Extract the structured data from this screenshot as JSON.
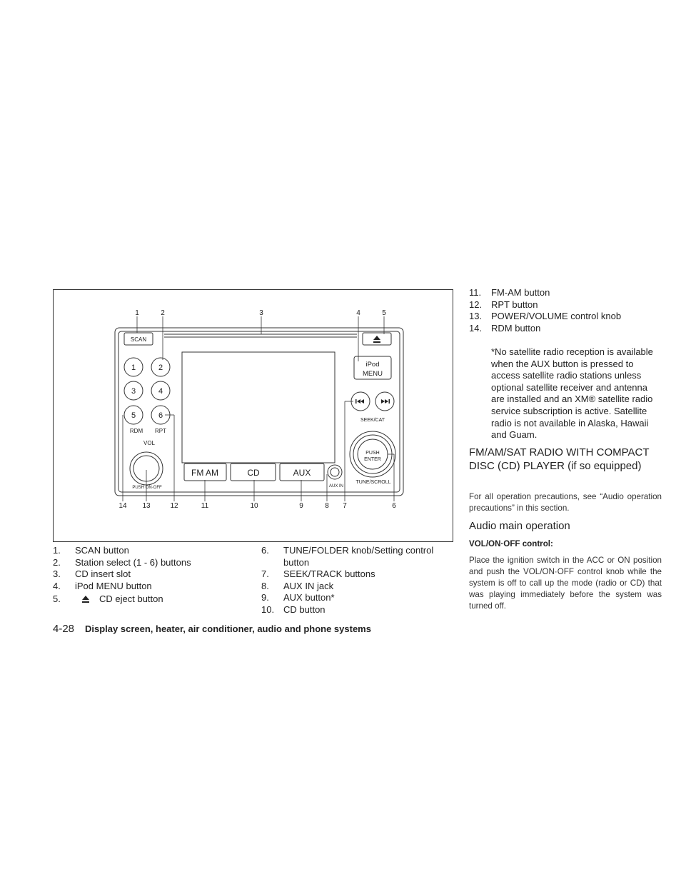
{
  "figure": {
    "callouts_top": [
      "1",
      "2",
      "3",
      "4",
      "5"
    ],
    "callouts_bottom": [
      "14",
      "13",
      "12",
      "11",
      "10",
      "9",
      "8",
      "7",
      "6"
    ],
    "buttons": {
      "scan": "SCAN",
      "ipod_line1": "iPod",
      "ipod_line2": "MENU",
      "presets": [
        "1",
        "2",
        "3",
        "4",
        "5",
        "6"
      ],
      "rdm": "RDM",
      "rpt": "RPT",
      "vol": "VOL",
      "push_on_off": "PUSH ON·OFF",
      "fm_am": "FM  AM",
      "cd": "CD",
      "aux": "AUX",
      "aux_in": "AUX IN",
      "seek_cat": "SEEK/CAT",
      "push": "PUSH",
      "enter": "ENTER",
      "tune_scroll": "TUNE/SCROLL"
    }
  },
  "left_list": [
    {
      "num": "1.",
      "text": "SCAN button"
    },
    {
      "num": "2.",
      "text": "Station select (1 - 6) buttons"
    },
    {
      "num": "3.",
      "text": "CD insert slot"
    },
    {
      "num": "4.",
      "text": "iPod MENU button"
    },
    {
      "num": "5.",
      "text": "CD eject button",
      "icon": "eject-icon"
    }
  ],
  "mid_list": [
    {
      "num": "6.",
      "text": "TUNE/FOLDER knob/Setting control button"
    },
    {
      "num": "7.",
      "text": "SEEK/TRACK buttons"
    },
    {
      "num": "8.",
      "text": "AUX IN jack"
    },
    {
      "num": "9.",
      "text": "AUX button*"
    },
    {
      "num": "10.",
      "text": "CD button"
    }
  ],
  "right_list": [
    {
      "num": "11.",
      "text": "FM-AM button"
    },
    {
      "num": "12.",
      "text": "RPT button"
    },
    {
      "num": "13.",
      "text": "POWER/VOLUME control knob"
    },
    {
      "num": "14.",
      "text": "RDM button"
    }
  ],
  "footnote": "*No satellite radio reception is available when the AUX button is pressed to access satellite radio stations unless optional satellite receiver and antenna are installed and an XM® satellite radio service subscription is active. Satellite radio is not available in Alaska, Hawaii and Guam.",
  "section_heading_main": "FM/AM/SAT RADIO WITH COMPACT DISC (CD) PLAYER (",
  "section_heading_tail": "if so equipped)",
  "precautions": "For all operation precautions, see “Audio operation precautions” in this section.",
  "subheading": "Audio main operation",
  "vol_label": "VOL/ON·OFF control:",
  "vol_text": "Place the ignition switch in the ACC or ON position and push the VOL/ON·OFF control knob while the system is off to call up the mode (radio or CD) that was playing immediately before the system was turned off.",
  "footer": {
    "page": "4-28",
    "title": "Display screen, heater, air conditioner, audio and phone systems"
  }
}
